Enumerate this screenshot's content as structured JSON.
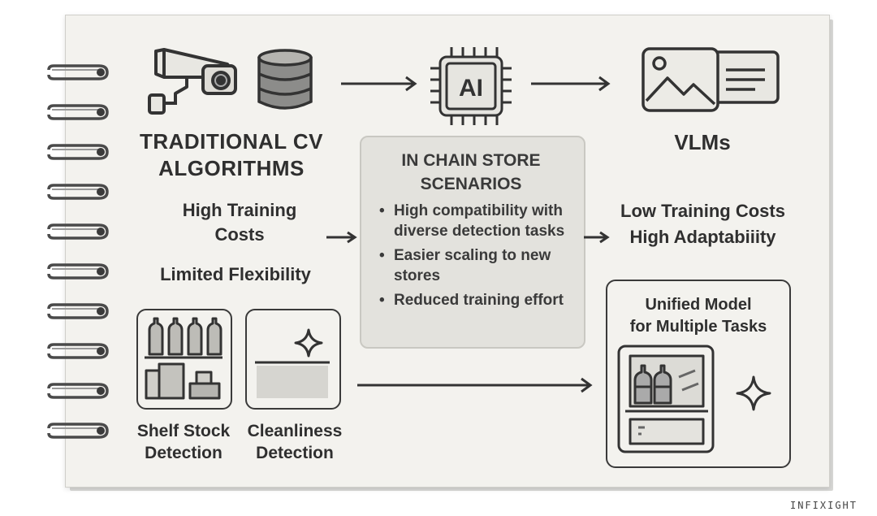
{
  "left": {
    "title_line1": "TRADITIONAL CV",
    "title_line2": "ALGORITHMS",
    "cost_line1": "High Training",
    "cost_line2": "Costs",
    "flexibility": "Limited Flexibility",
    "tasks": [
      {
        "line1": "Shelf Stock",
        "line2": "Detection"
      },
      {
        "line1": "Cleanliness",
        "line2": "Detection"
      }
    ],
    "icons": [
      "security-camera-icon",
      "database-icon"
    ]
  },
  "center": {
    "chip_label": "AI",
    "box_title_line1": "IN CHAIN STORE",
    "box_title_line2": "SCENARIOS",
    "bullets": [
      "High compatibility with diverse detection tasks",
      "Easier scaling to new stores",
      "Reduced training effort"
    ]
  },
  "right": {
    "title": "VLMs",
    "benefit_line1": "Low Training Costs",
    "benefit_line2": "High Adaptabiiity",
    "unified_line1": "Unified Model",
    "unified_line2": "for Multiple Tasks",
    "icons": [
      "image-text-icon",
      "sparkle-icon"
    ]
  },
  "brand": "INFIXIGHT",
  "colors": {
    "page": "#f3f2ee",
    "ink": "#2f2f2f",
    "panel": "#e3e2dd"
  }
}
